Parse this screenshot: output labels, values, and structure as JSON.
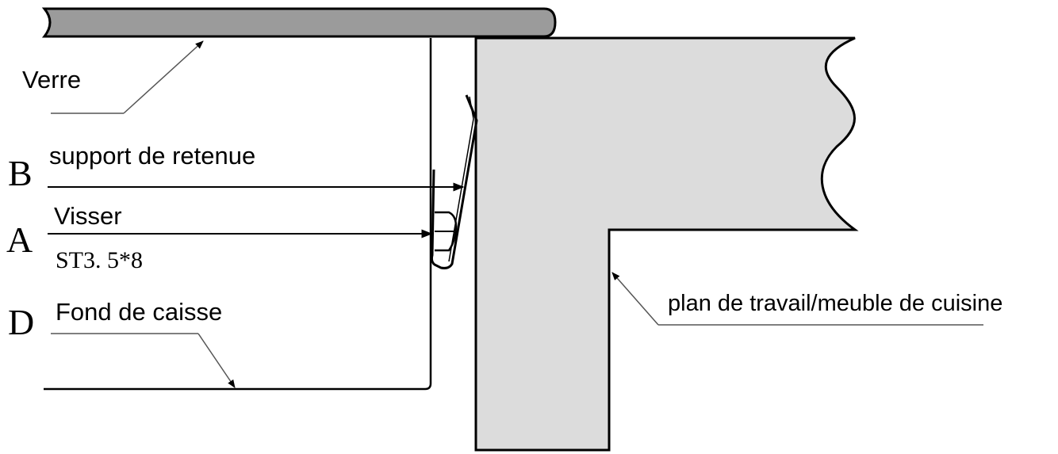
{
  "labels": {
    "verre": "Verre",
    "support": "support de retenue",
    "visser": "Visser",
    "screw_spec": "ST3. 5*8",
    "fond": "Fond de caisse",
    "plan": "plan de travail/meuble de cuisine"
  },
  "letters": {
    "b": "B",
    "a": "A",
    "d": "D"
  },
  "colors": {
    "glass_fill": "#9b9b9b",
    "countertop_fill": "#dcdcdc",
    "line": "#000000",
    "leader": "#555555"
  }
}
